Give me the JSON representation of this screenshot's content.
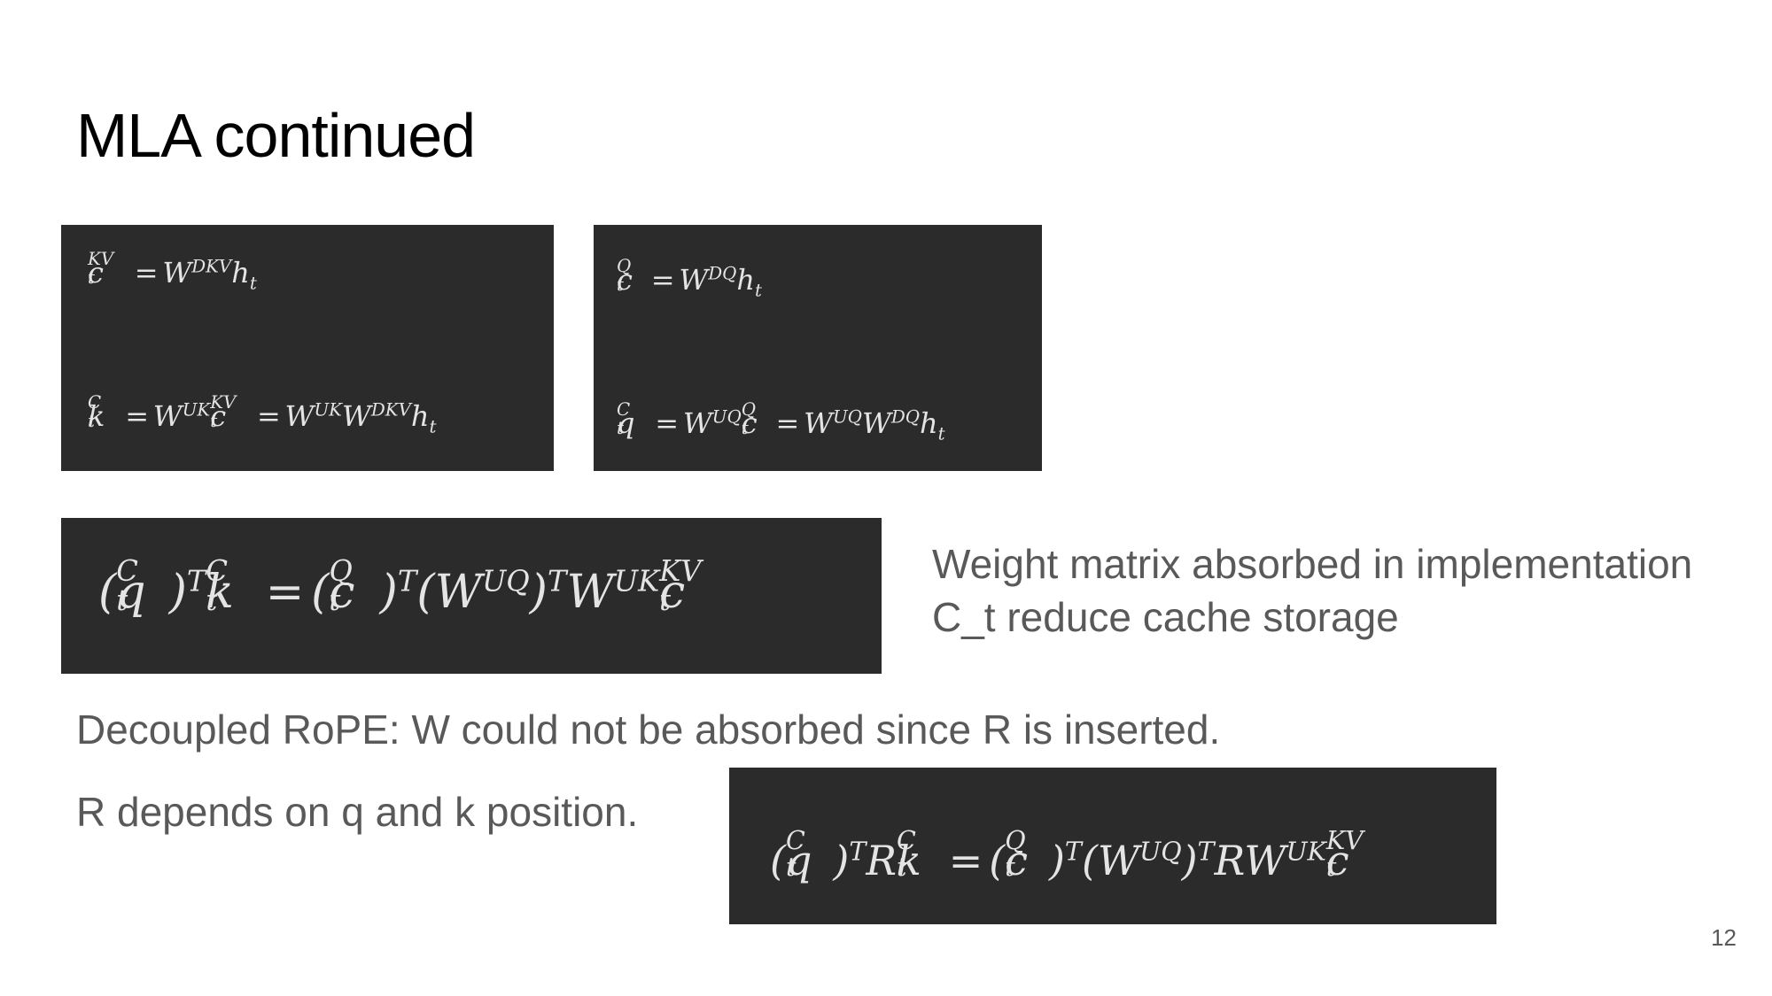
{
  "slide": {
    "title": "MLA continued",
    "page_number": "12"
  },
  "equations": {
    "kv_down": "c_t^{KV} = W^{DKV} h_t",
    "k_up": "k_t^C = W^{UK} c_t^{KV} = W^{UK} W^{DKV} h_t",
    "q_down": "c_t^Q = W^{DQ} h_t",
    "q_up": "q_t^C = W^{UQ} c_t^Q = W^{UQ} W^{DQ} h_t",
    "absorbed": "(q_t^C)^T k_t^C = (c_t^Q)^T (W^{UQ})^T W^{UK} c_t^{KV}",
    "rope": "(q_t^C)^T R k_t^C = (c_t^Q)^T (W^{UQ})^T R W^{UK} c_t^{KV}"
  },
  "notes": {
    "absorbed_line1": "Weight matrix absorbed in implementation",
    "absorbed_line2": "C_t reduce cache storage",
    "rope_line1": "Decoupled RoPE: W could not be absorbed since R is inserted.",
    "rope_line2": "R depends on q and k position."
  }
}
